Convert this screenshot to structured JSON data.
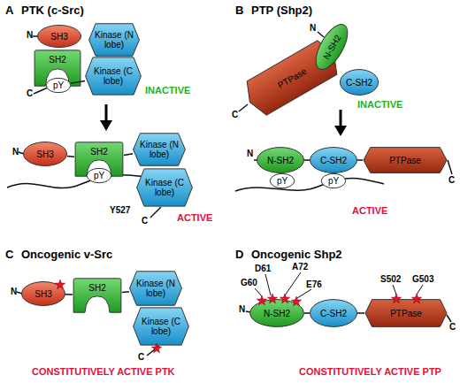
{
  "diagram": {
    "nodes": [
      {
        "text": [
          "SH3"
        ]
      },
      {
        "text": [
          "SH2"
        ]
      },
      {
        "text": [
          "Kinase (N lobe)"
        ]
      },
      {
        "text": [
          "Kinase (C lobe)"
        ]
      },
      {
        "text": [
          "pY"
        ]
      },
      {
        "text": [
          "SH3"
        ]
      },
      {
        "text": [
          "SH2"
        ]
      },
      {
        "text": [
          "pY"
        ]
      },
      {
        "text": [
          "Kinase (N lobe)"
        ]
      },
      {
        "text": [
          "Kinase (C lobe)"
        ]
      },
      {
        "text": [
          "N-SH2"
        ]
      },
      {
        "text": [
          "C-SH2"
        ]
      },
      {
        "text": [
          "PTPase"
        ]
      },
      {
        "text": [
          "N-SH2"
        ]
      },
      {
        "text": [
          "C-SH2"
        ]
      },
      {
        "text": [
          "pY"
        ]
      },
      {
        "text": [
          "pY"
        ]
      },
      {
        "text": [
          "PTPase"
        ]
      },
      {
        "text": [
          "SH3"
        ]
      },
      {
        "text": [
          "SH2"
        ]
      },
      {
        "text": [
          "Kinase (N lobe)"
        ]
      },
      {
        "text": [
          "Kinase (C lobe)"
        ]
      },
      {
        "text": [
          "N-SH2"
        ]
      },
      {
        "text": [
          "C-SH2"
        ]
      },
      {
        "text": [
          "PTPase"
        ]
      }
    ],
    "edges": [
      {
        "from": 3,
        "to": 4,
        "arrow": "none"
      },
      {
        "from": 5,
        "to": 6,
        "arrow": "none"
      },
      {
        "from": 6,
        "to": 8,
        "arrow": "none"
      },
      {
        "from": 13,
        "to": 14,
        "arrow": "none"
      },
      {
        "from": 14,
        "to": 17,
        "arrow": "none"
      },
      {
        "from": 18,
        "to": 19,
        "arrow": "none"
      },
      {
        "from": 19,
        "to": 20,
        "arrow": "none"
      },
      {
        "from": 22,
        "to": 23,
        "arrow": "none"
      },
      {
        "from": 23,
        "to": 24,
        "arrow": "none"
      }
    ],
    "labels": [
      "A",
      "PTK (c-Src)",
      "N",
      "C",
      "INACTIVE",
      "N",
      "Y527",
      "C",
      "ACTIVE",
      "B",
      "PTP (Shp2)",
      "N",
      "C",
      "INACTIVE",
      "N",
      "C",
      "ACTIVE",
      "C",
      "Oncogenic v-Src",
      "N",
      "C",
      "CONSTITUTIVELY ACTIVE PTK",
      "D",
      "Oncogenic Shp2",
      "D61",
      "A72",
      "G60",
      "E76",
      "N",
      "S502",
      "G503",
      "C",
      "CONSTITUTIVELY ACTIVE PTP"
    ]
  }
}
